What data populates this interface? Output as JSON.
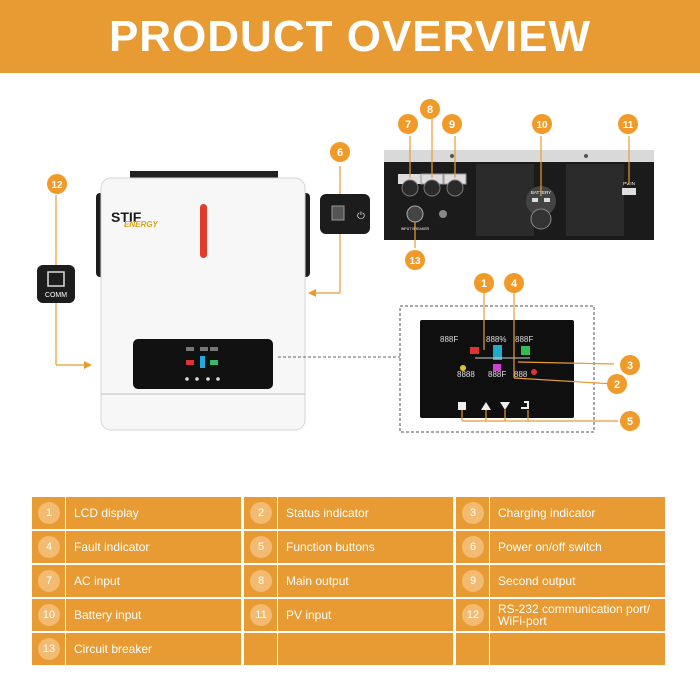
{
  "header": {
    "title": "PRODUCT OVERVIEW"
  },
  "device": {
    "brand_line1": "STIF",
    "brand_line2": "ENERGY",
    "comm_label": "COMM"
  },
  "rear_panel": {
    "battery_label": "BATTERY",
    "pv_label": "PV IN",
    "breaker_label": "INPUT BREAKER"
  },
  "lcd": {
    "segments": [
      "888F",
      "888%",
      "888F",
      "8888",
      "888F",
      "888"
    ]
  },
  "callouts": [
    "1",
    "2",
    "3",
    "4",
    "5",
    "6",
    "7",
    "8",
    "9",
    "10",
    "11",
    "12",
    "13"
  ],
  "legend": [
    {
      "num": "1",
      "label": "LCD display"
    },
    {
      "num": "2",
      "label": "Status indicator"
    },
    {
      "num": "3",
      "label": "Charging indicator"
    },
    {
      "num": "4",
      "label": "Fault indicator"
    },
    {
      "num": "5",
      "label": "Function buttons"
    },
    {
      "num": "6",
      "label": "Power on/off switch"
    },
    {
      "num": "7",
      "label": "AC input"
    },
    {
      "num": "8",
      "label": "Main output"
    },
    {
      "num": "9",
      "label": "Second output"
    },
    {
      "num": "10",
      "label": "Battery input"
    },
    {
      "num": "11",
      "label": "PV input"
    },
    {
      "num": "12",
      "label": "RS-232 communication port/ WiFi-port"
    },
    {
      "num": "13",
      "label": "Circuit breaker"
    },
    {
      "num": "",
      "label": ""
    },
    {
      "num": "",
      "label": ""
    }
  ],
  "colors": {
    "accent": "#e89b33",
    "accent_light": "#f3bb72",
    "badge_dark": "#f09a2a",
    "panel_dark": "#1a1a1a"
  }
}
